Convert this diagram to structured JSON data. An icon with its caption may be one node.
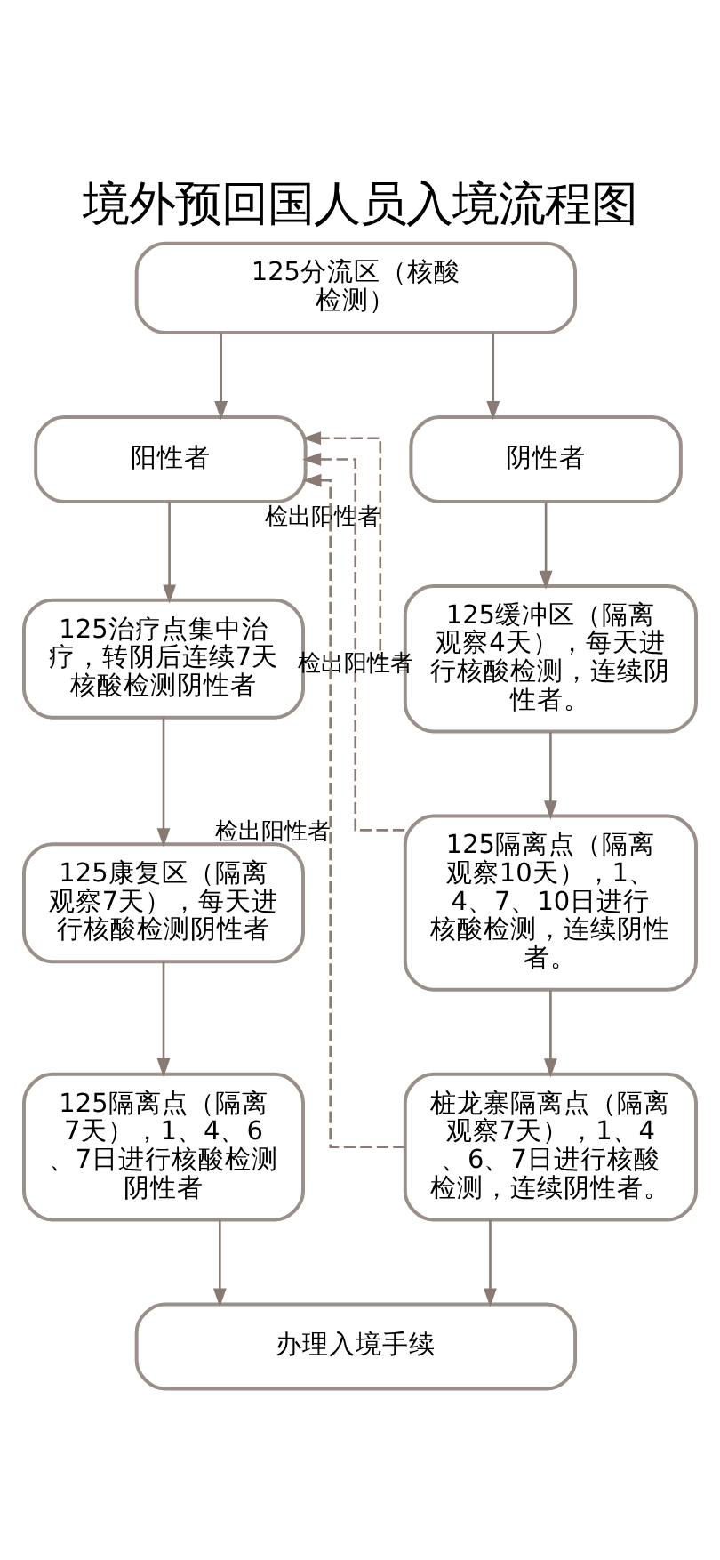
{
  "diagram": {
    "title": "境外预回国人员入境流程图",
    "nodes": [
      {
        "text": [
          "125分流区（核酸检测）"
        ]
      },
      {
        "text": [
          "阳性者"
        ]
      },
      {
        "text": [
          "阴性者"
        ]
      },
      {
        "text": [
          "125治疗点集中治疗，转阴后连续7天核酸检测阴性者"
        ]
      },
      {
        "text": [
          "125缓冲区（隔离观察4天），每天进行核酸检测，连续阴性者。"
        ]
      },
      {
        "text": [
          "125康复区（隔离观察7天），每天进行核酸检测阴性者"
        ]
      },
      {
        "text": [
          "125隔离点（隔离观察10天），1、4、7、10日进行核酸检测，连续阴性者。"
        ]
      },
      {
        "text": [
          "125隔离点（隔离7天），1、4、6、7日进行核酸检测阴性者"
        ]
      },
      {
        "text": [
          "桩龙寨隔离点（隔离观察7天），1、4、6、7日进行核酸检测，连续阴性者。"
        ]
      },
      {
        "text": [
          "办理入境手续"
        ]
      }
    ],
    "edges": [
      {
        "from": 0,
        "to": 1,
        "arrow": "to"
      },
      {
        "from": 0,
        "to": 2,
        "arrow": "to"
      },
      {
        "from": 1,
        "to": 3,
        "arrow": "to"
      },
      {
        "from": 2,
        "to": 4,
        "arrow": "to"
      },
      {
        "from": 4,
        "to": 1,
        "arrow": "to",
        "label": "检出阳性者",
        "style": "dashed"
      },
      {
        "from": 3,
        "to": 5,
        "arrow": "to"
      },
      {
        "from": 4,
        "to": 6,
        "arrow": "to"
      },
      {
        "from": 6,
        "to": 1,
        "arrow": "to",
        "label": "检出阳性者",
        "style": "dashed"
      },
      {
        "from": 5,
        "to": 7,
        "arrow": "to"
      },
      {
        "from": 6,
        "to": 8,
        "arrow": "to"
      },
      {
        "from": 8,
        "to": 1,
        "arrow": "to",
        "label": "检出阳性者",
        "style": "dashed"
      },
      {
        "from": 7,
        "to": 9,
        "arrow": "to"
      },
      {
        "from": 8,
        "to": 9,
        "arrow": "to"
      }
    ]
  }
}
